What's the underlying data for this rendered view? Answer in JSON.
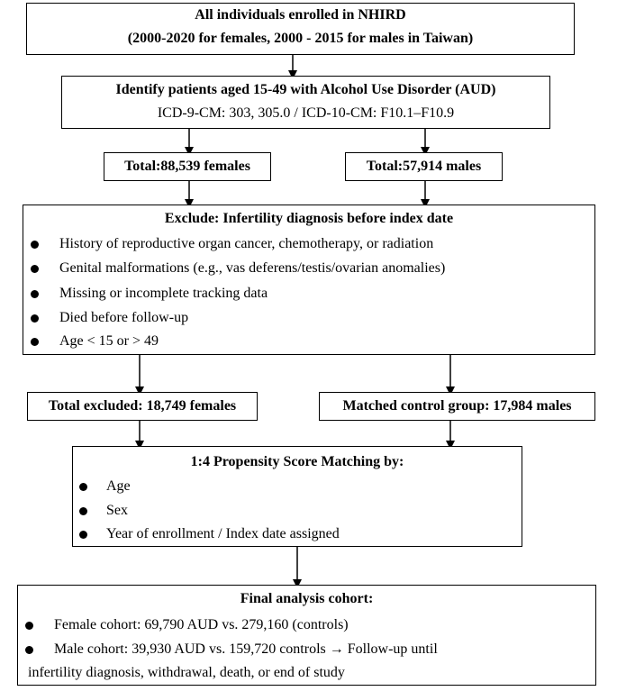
{
  "box1": {
    "line1": "All individuals enrolled in NHIRD",
    "line2": "(2000-2020 for females, 2000 - 2015 for males in Taiwan)"
  },
  "box2": {
    "title": "Identify patients aged 15-49 with Alcohol Use Disorder (AUD)",
    "codes": "ICD-9-CM: 303, 305.0 / ICD-10-CM: F10.1–F10.9"
  },
  "total_females": "Total:88,539 females",
  "total_males": "Total:57,914 males",
  "exclude": {
    "title": "Exclude: Infertility diagnosis before index date",
    "items": [
      "History of reproductive organ cancer, chemotherapy, or radiation",
      "Genital malformations (e.g., vas deferens/testis/ovarian anomalies)",
      "Missing or incomplete tracking data",
      "Died before follow-up",
      "Age < 15 or > 49"
    ]
  },
  "excluded_females": "Total excluded: 18,749 females",
  "matched_males": "Matched control group: 17,984 males",
  "psm": {
    "title": "1:4 Propensity Score Matching by:",
    "items": [
      "Age",
      "Sex",
      "Year of enrollment / Index date assigned"
    ]
  },
  "final": {
    "title": "Final analysis cohort:",
    "item1": "Female cohort: 69,790 AUD vs. 279,160 (controls)",
    "item2_line1": "Male cohort: 39,930 AUD vs. 159,720 controls → Follow-up until",
    "item2_line2": "infertility diagnosis, withdrawal, death, or end of study"
  }
}
